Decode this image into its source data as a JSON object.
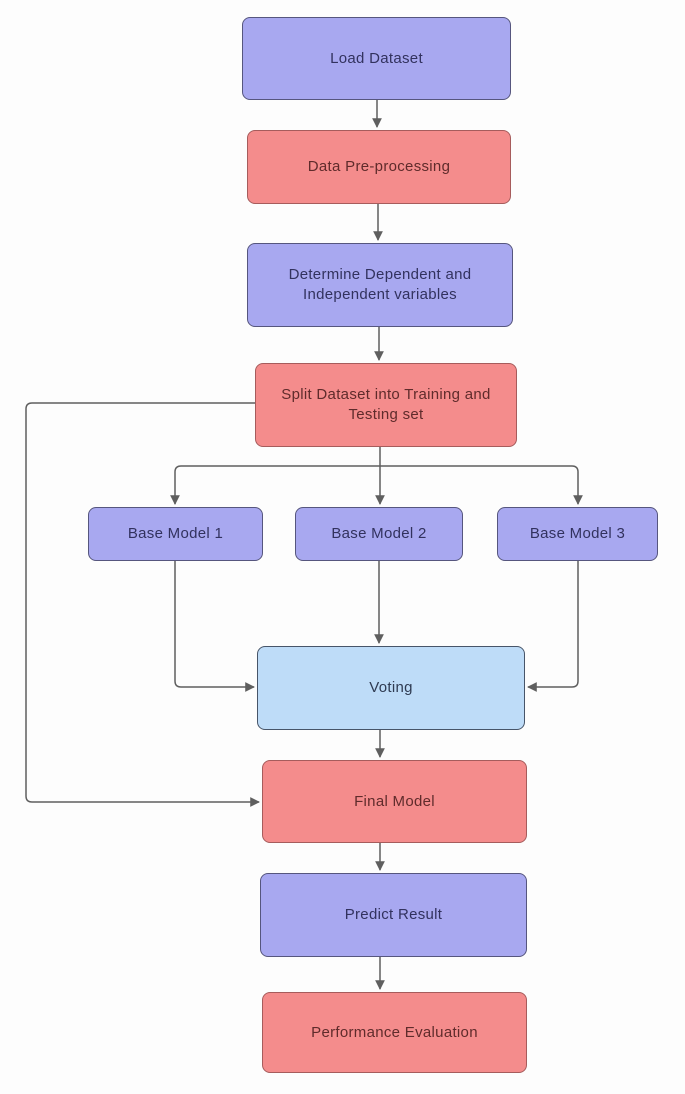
{
  "diagram": {
    "type": "flowchart",
    "palette": {
      "purple_fill": "#a8a8f0",
      "purple_border": "#56567e",
      "red_fill": "#f48c8c",
      "red_border": "#a65c5c",
      "blue_fill": "#bedcf8",
      "blue_border": "#475569",
      "arrow": "#5f5f5f",
      "background": "#fdfdfd"
    },
    "nodes": [
      {
        "id": "load-dataset",
        "label": "Load Dataset",
        "color": "purple"
      },
      {
        "id": "data-preprocessing",
        "label": "Data Pre-processing",
        "color": "red"
      },
      {
        "id": "determine-variables",
        "label": "Determine Dependent and Independent variables",
        "color": "purple"
      },
      {
        "id": "split-dataset",
        "label": "Split Dataset into Training and Testing set",
        "color": "red"
      },
      {
        "id": "base-model-1",
        "label": "Base Model 1",
        "color": "purple"
      },
      {
        "id": "base-model-2",
        "label": "Base Model 2",
        "color": "purple"
      },
      {
        "id": "base-model-3",
        "label": "Base Model 3",
        "color": "purple"
      },
      {
        "id": "voting",
        "label": "Voting",
        "color": "blue"
      },
      {
        "id": "final-model",
        "label": "Final Model",
        "color": "red"
      },
      {
        "id": "predict-result",
        "label": "Predict Result",
        "color": "purple"
      },
      {
        "id": "performance-evaluation",
        "label": "Performance Evaluation",
        "color": "red"
      }
    ],
    "edges": [
      {
        "from": "load-dataset",
        "to": "data-preprocessing"
      },
      {
        "from": "data-preprocessing",
        "to": "determine-variables"
      },
      {
        "from": "determine-variables",
        "to": "split-dataset"
      },
      {
        "from": "split-dataset",
        "to": "base-model-1"
      },
      {
        "from": "split-dataset",
        "to": "base-model-2"
      },
      {
        "from": "split-dataset",
        "to": "base-model-3"
      },
      {
        "from": "base-model-1",
        "to": "voting"
      },
      {
        "from": "base-model-2",
        "to": "voting"
      },
      {
        "from": "base-model-3",
        "to": "voting"
      },
      {
        "from": "voting",
        "to": "final-model"
      },
      {
        "from": "split-dataset",
        "to": "final-model"
      },
      {
        "from": "final-model",
        "to": "predict-result"
      },
      {
        "from": "predict-result",
        "to": "performance-evaluation"
      }
    ]
  }
}
